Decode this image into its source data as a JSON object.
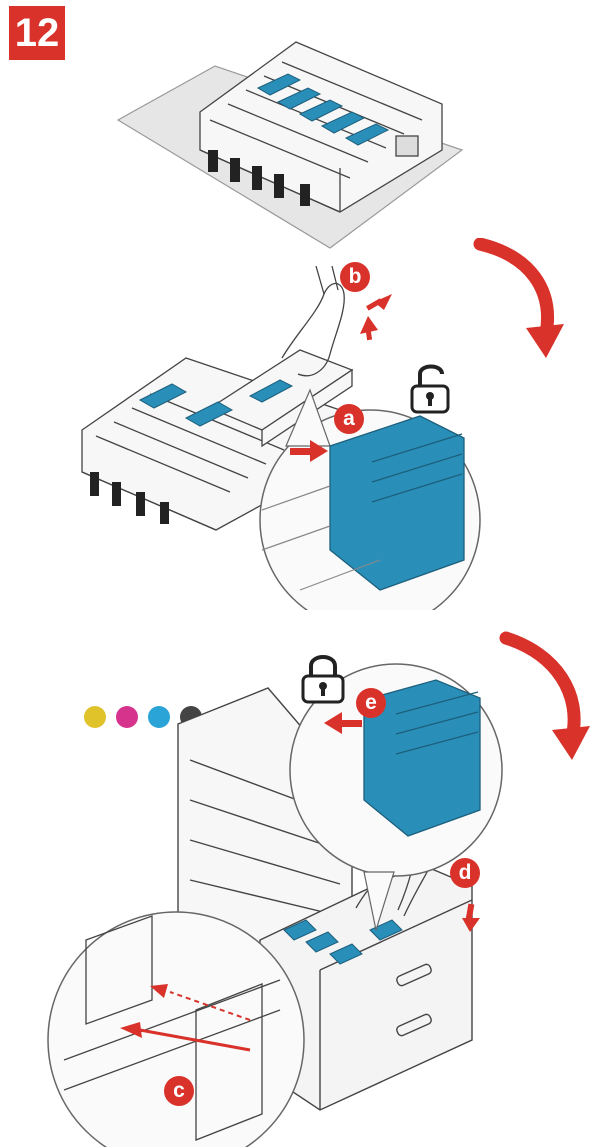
{
  "step": {
    "number": "12"
  },
  "callouts": {
    "a": "a",
    "b": "b",
    "c": "c",
    "d": "d",
    "e": "e"
  },
  "colors": {
    "accent_red": "#d9322a",
    "drum_blue": "#2a8fb8",
    "toner_dots": [
      "#e0c22a",
      "#d6338c",
      "#2aa3d6",
      "#444444"
    ]
  },
  "icons": {
    "unlock": "padlock-open-icon",
    "lock": "padlock-closed-icon"
  }
}
